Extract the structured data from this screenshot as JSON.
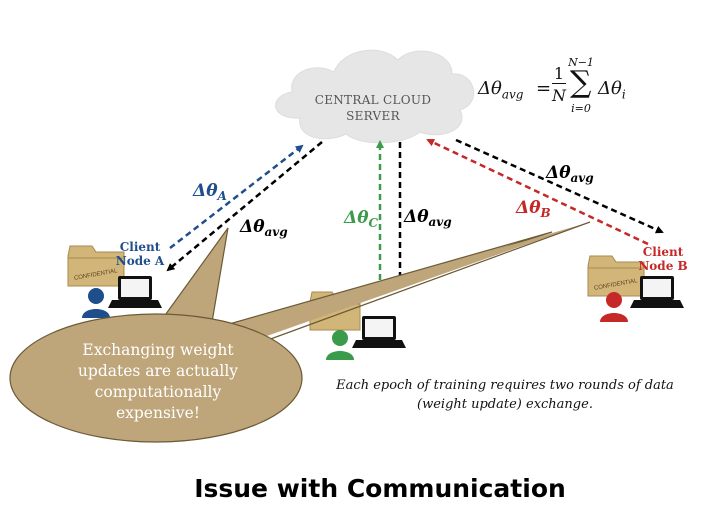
{
  "server": {
    "line1": "CENTRAL CLOUD",
    "line2": "SERVER"
  },
  "formula": {
    "lhs": "Δθ",
    "lhs_sub": "avg",
    "equals": "=",
    "frac_num": "1",
    "frac_den": "N",
    "sum_upper": "N−1",
    "sum_lower": "i=0",
    "term": "Δθ",
    "term_sub": "i"
  },
  "clients": {
    "a": {
      "line1": "Client",
      "line2": "Node A",
      "color": "#1f4e8c"
    },
    "b": {
      "line1": "Client",
      "line2": "Node B",
      "color": "#c62828"
    },
    "c": {
      "partial": "C",
      "color": "#3a9b4a"
    }
  },
  "arrow_labels": {
    "delta_a": {
      "symbol": "Δθ",
      "sub": "A",
      "color": "#1f4e8c"
    },
    "delta_b": {
      "symbol": "Δθ",
      "sub": "B",
      "color": "#c62828"
    },
    "delta_c": {
      "symbol": "Δθ",
      "sub": "C",
      "color": "#3a9b4a"
    },
    "avg_a": {
      "symbol": "Δθ",
      "sub": "avg",
      "color": "#000000"
    },
    "avg_b": {
      "symbol": "Δθ",
      "sub": "avg",
      "color": "#000000"
    },
    "avg_c": {
      "symbol": "Δθ",
      "sub": "avg",
      "color": "#000000"
    }
  },
  "folder_label": "CONFIDENTIAL",
  "bubble": {
    "text": "Exchanging weight updates are actually computationally expensive!",
    "fill": "#bfa57a"
  },
  "note": "Each epoch of training requires two rounds of data (weight update) exchange.",
  "title": "Issue with Communication"
}
